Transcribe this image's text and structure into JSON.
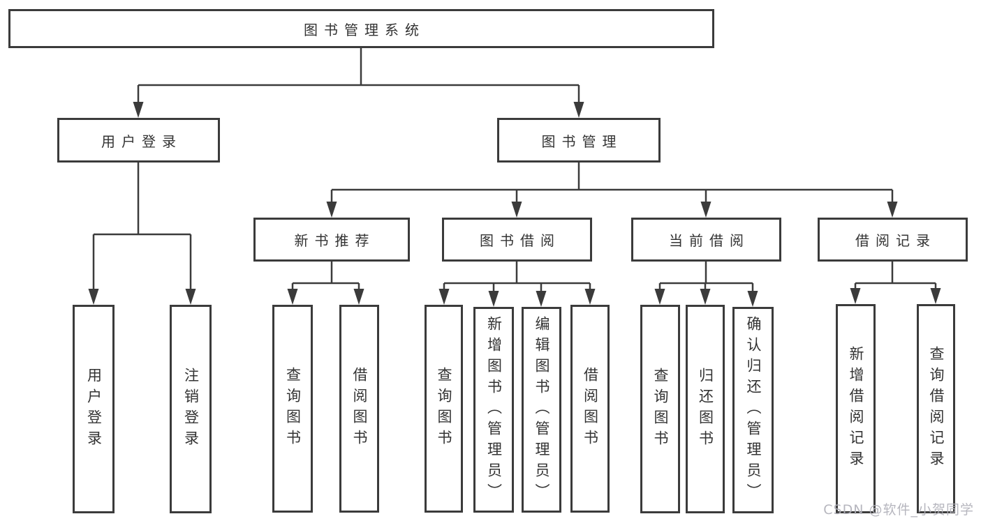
{
  "diagram": {
    "title": "图书管理系统",
    "nodes": {
      "root": {
        "label": "图书管理系统"
      },
      "user_login": {
        "label": "用户登录"
      },
      "book_management": {
        "label": "图书管理"
      },
      "new_book_recommend": {
        "label": "新书推荐"
      },
      "book_borrow": {
        "label": "图书借阅"
      },
      "current_borrow": {
        "label": "当前借阅"
      },
      "borrow_records": {
        "label": "借阅记录"
      },
      "leaf_user_login": {
        "label": "用户登录"
      },
      "leaf_logout": {
        "label": "注销登录"
      },
      "nb_query_book": {
        "label": "查询图书"
      },
      "nb_borrow_book": {
        "label": "借阅图书"
      },
      "bb_query_book": {
        "label": "查询图书"
      },
      "bb_add_book": {
        "label": "新增图书（管理员）"
      },
      "bb_edit_book": {
        "label": "编辑图书（管理员）"
      },
      "bb_borrow_book": {
        "label": "借阅图书"
      },
      "cb_query_book": {
        "label": "查询图书"
      },
      "cb_return_book": {
        "label": "归还图书"
      },
      "cb_confirm_return": {
        "label": "确认归还（管理员）"
      },
      "br_add_record": {
        "label": "新增借阅记录"
      },
      "br_query_record": {
        "label": "查询借阅记录"
      }
    },
    "edges": [
      [
        "root",
        "user_login"
      ],
      [
        "root",
        "book_management"
      ],
      [
        "user_login",
        "leaf_user_login"
      ],
      [
        "user_login",
        "leaf_logout"
      ],
      [
        "book_management",
        "new_book_recommend"
      ],
      [
        "book_management",
        "book_borrow"
      ],
      [
        "book_management",
        "current_borrow"
      ],
      [
        "book_management",
        "borrow_records"
      ],
      [
        "new_book_recommend",
        "nb_query_book"
      ],
      [
        "new_book_recommend",
        "nb_borrow_book"
      ],
      [
        "book_borrow",
        "bb_query_book"
      ],
      [
        "book_borrow",
        "bb_add_book"
      ],
      [
        "book_borrow",
        "bb_edit_book"
      ],
      [
        "book_borrow",
        "bb_borrow_book"
      ],
      [
        "current_borrow",
        "cb_query_book"
      ],
      [
        "current_borrow",
        "cb_return_book"
      ],
      [
        "current_borrow",
        "cb_confirm_return"
      ],
      [
        "borrow_records",
        "br_add_record"
      ],
      [
        "borrow_records",
        "br_query_record"
      ]
    ],
    "colors": {
      "line": "#3b3b3b",
      "text": "#333333",
      "background": "#ffffff",
      "watermark": "#b0b0b8"
    }
  },
  "watermark": {
    "text": "CSDN @软件_小贺同学"
  }
}
